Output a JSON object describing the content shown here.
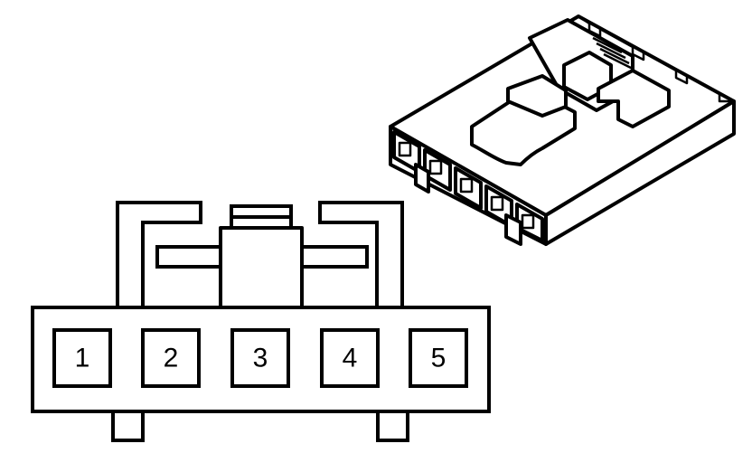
{
  "connector": {
    "pins": [
      {
        "label": "1"
      },
      {
        "label": "2"
      },
      {
        "label": "3"
      },
      {
        "label": "4"
      },
      {
        "label": "5"
      }
    ]
  },
  "colors": {
    "line": "#000000",
    "background": "#ffffff"
  }
}
